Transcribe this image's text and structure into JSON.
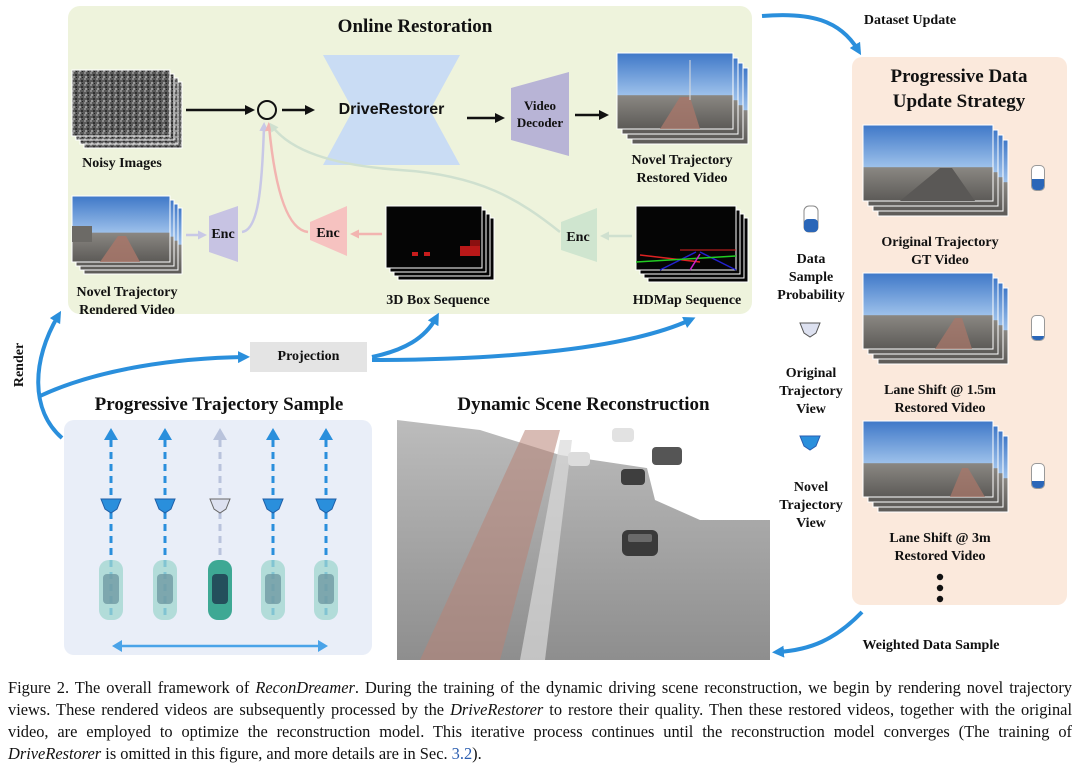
{
  "online": {
    "title": "Online Restoration",
    "noisy_images": "Noisy Images",
    "drive_restorer": "DriveRestorer",
    "video_decoder_line1": "Video",
    "video_decoder_line2": "Decoder",
    "novel_restored_line1": "Novel Trajectory",
    "novel_restored_line2": "Restored Video",
    "novel_rendered_line1": "Novel Trajectory",
    "novel_rendered_line2": "Rendered Video",
    "enc1": "Enc",
    "enc2": "Enc",
    "enc3": "Enc",
    "box_seq": "3D Box Sequence",
    "hdmap_seq": "HDMap Sequence",
    "concat_symbol": "©"
  },
  "arrows": {
    "dataset_update": "Dataset Update",
    "weighted_sample": "Weighted Data Sample",
    "render": "Render",
    "projection": "Projection"
  },
  "progressive": {
    "title_line1": "Progressive Data",
    "title_line2": "Update Strategy",
    "item1_line1": "Original Trajectory",
    "item1_line2": "GT Video",
    "item2_line1": "Lane Shift @ 1.5m",
    "item2_line2": "Restored Video",
    "item3_line1": "Lane Shift @ 3m",
    "item3_line2": "Restored Video",
    "bar_levels": [
      0.45,
      0.15,
      0.3
    ]
  },
  "legend": {
    "data_line1": "Data",
    "data_line2": "Sample",
    "data_line3": "Probability",
    "orig_line1": "Original",
    "orig_line2": "Trajectory",
    "orig_line3": "View",
    "novel_line1": "Novel",
    "novel_line2": "Trajectory",
    "novel_line3": "View"
  },
  "traj": {
    "title": "Progressive Trajectory Sample"
  },
  "dynamic": {
    "title": "Dynamic Scene Reconstruction"
  },
  "colors": {
    "arrow_blue": "#2a8fdc",
    "online_bg": "#eef3dc",
    "progressive_bg": "#fbe9dc",
    "traj_bg": "#e9eef8",
    "restorer_blue": "#c9dcf4",
    "decoder_purple": "#b8b4d6",
    "enc_purple": "#c7c3e3",
    "enc_pink": "#f6c2c0",
    "enc_green": "#cfe5cf"
  },
  "caption": {
    "p1": "Figure 2. The overall framework of ",
    "i1": "ReconDreamer",
    "p2": ". During the training of the dynamic driving scene reconstruction, we begin by rendering novel trajectory views. These rendered videos are subsequently processed by the ",
    "i2": "DriveRestorer",
    "p3": " to restore their quality. Then these restored videos, together with the original video, are employed to optimize the reconstruction model. This iterative process continues until the reconstruction model converges (The training of ",
    "i3": "DriveRestorer",
    "p4": " is omitted in this figure, and more details are in Sec. ",
    "ref": "3.2",
    "p5": ")."
  }
}
